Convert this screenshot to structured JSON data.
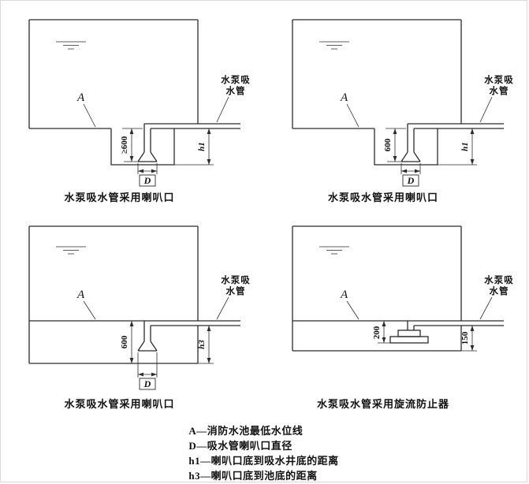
{
  "page": {
    "background": "#ffffff",
    "line_color": "#2b2b2b"
  },
  "diagrams": [
    {
      "caption": "水泵吸水管采用喇叭口",
      "level_label": "A",
      "pipe_label_line1": "水泵吸",
      "pipe_label_line2": "水管",
      "dim_depth": "≥600",
      "dim_diameter": "D",
      "dim_side": "h1"
    },
    {
      "caption": "水泵吸水管采用喇叭口",
      "level_label": "A",
      "pipe_label_line1": "水泵吸",
      "pipe_label_line2": "水管",
      "dim_depth": "600",
      "dim_diameter": "D",
      "dim_side": "h1"
    },
    {
      "caption": "水泵吸水管采用喇叭口",
      "level_label": "A",
      "pipe_label_line1": "水泵吸",
      "pipe_label_line2": "水管",
      "dim_depth": "600",
      "dim_diameter": "D",
      "dim_side": "h3"
    },
    {
      "caption": "水泵吸水管采用旋流防止器",
      "level_label": "A",
      "pipe_label_line1": "水泵吸",
      "pipe_label_line2": "水管",
      "dim_depth": "200",
      "dim_side": "150"
    }
  ],
  "legend": [
    "A—消防水池最低水位线",
    "D—吸水管喇叭口直径",
    "h1—喇叭口底到吸水井底的距离",
    "h3—喇叭口底到池底的距离"
  ]
}
